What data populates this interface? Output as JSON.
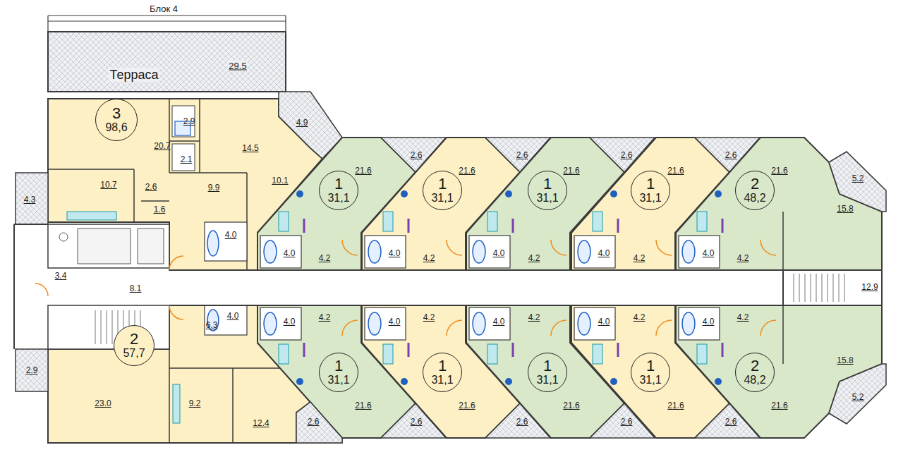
{
  "diagram": {
    "title": "Блок 4",
    "nodes": [
      {
        "text": [
          "Терраса",
          "29.5"
        ]
      },
      {
        "text": [
          "3",
          "98,6"
        ]
      },
      {
        "text": [
          "1",
          "31,1"
        ]
      },
      {
        "text": [
          "1",
          "31,1"
        ]
      },
      {
        "text": [
          "1",
          "31,1"
        ]
      },
      {
        "text": [
          "1",
          "31,1"
        ]
      },
      {
        "text": [
          "2",
          "48,2"
        ]
      },
      {
        "text": [
          "2",
          "57,7"
        ]
      },
      {
        "text": [
          "1",
          "31,1"
        ]
      },
      {
        "text": [
          "1",
          "31,1"
        ]
      },
      {
        "text": [
          "1",
          "31,1"
        ]
      },
      {
        "text": [
          "1",
          "31,1"
        ]
      },
      {
        "text": [
          "2",
          "48,2"
        ]
      }
    ],
    "labels": [
      "2.9",
      "4.9",
      "20.7",
      "14.5",
      "2.6",
      "2.6",
      "2.6",
      "2.6",
      "2.1",
      "21.6",
      "21.6",
      "21.6",
      "21.6",
      "21.6",
      "5.2",
      "10.1",
      "10.7",
      "2.6",
      "9.9",
      "4.3",
      "15.8",
      "1.6",
      "4.0",
      "4.0",
      "4.0",
      "4.0",
      "4.0",
      "4.0",
      "4.2",
      "4.2",
      "4.2",
      "4.2",
      "4.2",
      "3.4",
      "12.9",
      "8.1",
      "4.2",
      "4.2",
      "4.2",
      "4.2",
      "4.2",
      "4.0",
      "4.0",
      "4.0",
      "4.0",
      "4.0",
      "4.0",
      "6.3",
      "15.8",
      "2.9",
      "5.2",
      "23.0",
      "9.2",
      "21.6",
      "21.6",
      "21.6",
      "21.6",
      "21.6",
      "12.4",
      "2.6",
      "2.6",
      "2.6",
      "2.6",
      "2.6"
    ]
  }
}
